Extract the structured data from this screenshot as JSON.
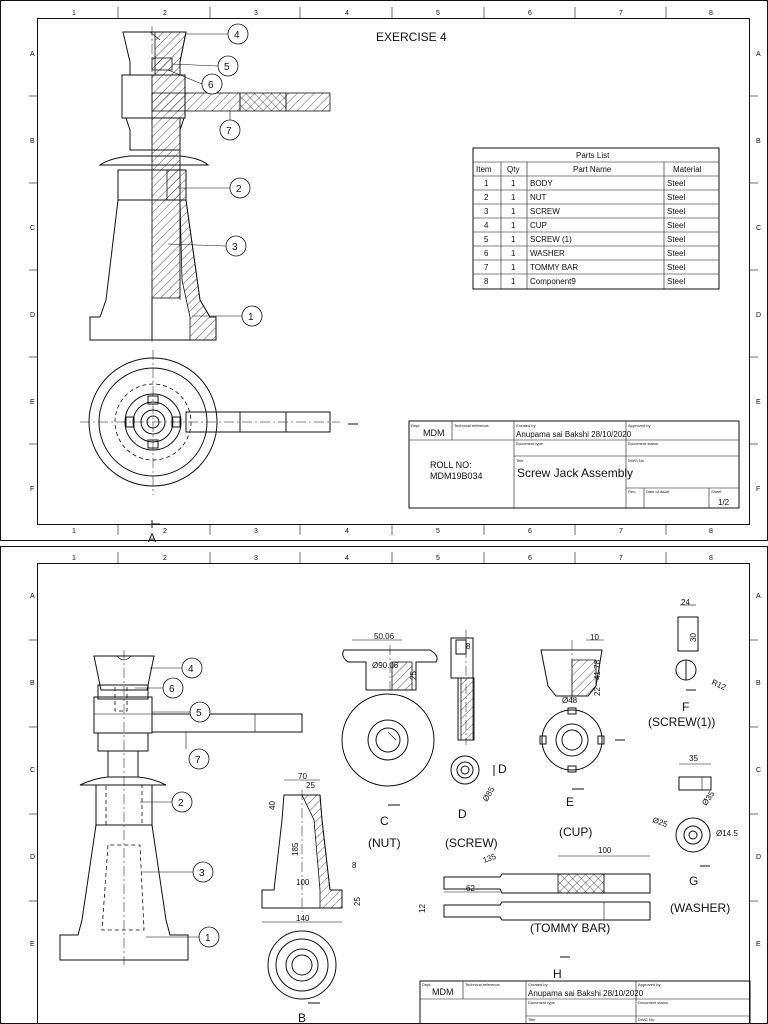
{
  "sheet1": {
    "title": "EXERCISE 4",
    "col_labels": [
      "1",
      "2",
      "3",
      "4",
      "5",
      "6",
      "7",
      "8"
    ],
    "row_labels": [
      "A",
      "B",
      "C",
      "D",
      "E",
      "F"
    ],
    "balloons": [
      "4",
      "5",
      "6",
      "7",
      "2",
      "3",
      "1"
    ],
    "section_mark": "A",
    "parts_list": {
      "heading": "Parts List",
      "columns": [
        "Item",
        "Qty",
        "Part Name",
        "Material"
      ],
      "rows": [
        [
          "1",
          "1",
          "BODY",
          "Steel"
        ],
        [
          "2",
          "1",
          "NUT",
          "Steel"
        ],
        [
          "3",
          "1",
          "SCREW",
          "Steel"
        ],
        [
          "4",
          "1",
          "CUP",
          "Steel"
        ],
        [
          "5",
          "1",
          "SCREW (1)",
          "Steel"
        ],
        [
          "6",
          "1",
          "WASHER",
          "Steel"
        ],
        [
          "7",
          "1",
          "TOMMY BAR",
          "Steel"
        ],
        [
          "8",
          "1",
          "Component9",
          "Steel"
        ]
      ]
    },
    "title_block": {
      "dept_label": "Dept.",
      "dept_value": "MDM",
      "tech_ref_label": "Technical reference",
      "created_by_label": "Created by",
      "created_by_value": "Anupama sai Bakshi 28/10/2020",
      "approved_by_label": "Approved by",
      "doc_type_label": "Document type",
      "doc_status_label": "Document status",
      "roll_no_label": "ROLL NO:",
      "roll_no_value": "MDM19B034",
      "title_label": "Title",
      "title_value": "Screw Jack Assembly",
      "dwg_no_label": "DWG No.",
      "rev_label": "Rev.",
      "date_issue_label": "Date of issue",
      "sheet_label": "Sheet",
      "sheet_value": "1/2"
    }
  },
  "sheet2": {
    "col_labels": [
      "1",
      "2",
      "3",
      "4",
      "5",
      "6",
      "7",
      "8"
    ],
    "row_labels": [
      "A",
      "B",
      "C",
      "D",
      "E"
    ],
    "balloons": [
      "4",
      "6",
      "5",
      "7",
      "2",
      "3",
      "1"
    ],
    "part_labels": {
      "nut_view": "C",
      "nut_name": "(NUT)",
      "screw_view": "D",
      "screw_name": "(SCREW)",
      "cup_view": "E",
      "cup_name": "(CUP)",
      "screw1_view": "F",
      "screw1_name": "(SCREW(1))",
      "washer_view": "G",
      "washer_name": "(WASHER)",
      "tommy_view": "H",
      "tommy_name": "(TOMMY BAR)",
      "body_view": "B",
      "screw_section_mark": "D"
    },
    "dimensions": {
      "nut_width": "50.06",
      "nut_dia": "Ø90.06",
      "nut_h": "25",
      "screw_head": "8",
      "screw_dia": "Ø85",
      "cup_top": "10",
      "cup_h1": "41.78",
      "cup_h2": "22",
      "cup_dia": "Ø48",
      "s1_w": "24",
      "s1_h": "30",
      "s1_r": "R12",
      "w_w": "35",
      "w_dia1": "Ø25",
      "w_dia2": "Ø35",
      "w_dia3": "Ø14.5",
      "body_top": "70",
      "body_inner": "25",
      "body_h1": "40",
      "body_h2": "185",
      "body_w": "100",
      "body_base": "140",
      "body_step": "8",
      "body_base_h": "25",
      "tb_len": "100",
      "tb_angle": "135",
      "tb_62": "62",
      "tb_12": "12"
    },
    "title_block": {
      "dept_label": "Dept.",
      "dept_value": "MDM",
      "tech_ref_label": "Technical reference",
      "created_by_label": "Created by",
      "created_by_value": "Anupama sai Bakshi 28/10/2020",
      "approved_by_label": "Approved by",
      "doc_type_label": "Document type",
      "doc_status_label": "Document status",
      "title_label": "Title",
      "dwg_no_label": "DWG No."
    }
  }
}
